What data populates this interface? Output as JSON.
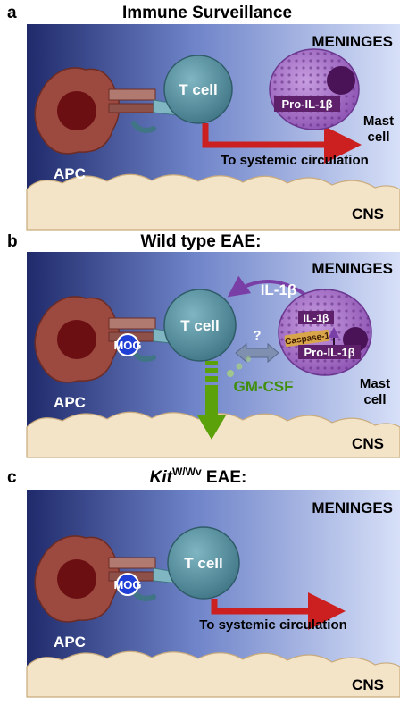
{
  "colors": {
    "panel_dark": "#1f2a6b",
    "panel_light": "#cfd9f7",
    "apc": "#9c4a40",
    "apc_nucleus": "#6b0f12",
    "tcell": "#4f8b9a",
    "mast": "#9a5fbf",
    "mast_nucleus": "#4a1358",
    "arrow_red": "#cc1f1f",
    "gm_csf": "#5aa10a",
    "brain": "#f3e3c7"
  },
  "panels": [
    {
      "letter": "a",
      "title": "Immune Surveillance",
      "region": "MENINGES",
      "tcell": "T cell",
      "apc": "APC",
      "mast_label_1": "Mast",
      "mast_label_2": "cell",
      "pro_il": "Pro-IL-1β",
      "circulation": "To systemic circulation",
      "cns": "CNS"
    },
    {
      "letter": "b",
      "title": "Wild type EAE:",
      "region": "MENINGES",
      "tcell": "T cell",
      "apc": "APC",
      "mog": "MOG",
      "il1b_top": "IL-1β",
      "question": "?",
      "il1b_inner": "IL-1β",
      "caspase": "Caspase-1",
      "pro_il": "Pro-IL-1β",
      "mast_label_1": "Mast",
      "mast_label_2": "cell",
      "gm_csf": "GM-CSF",
      "cns": "CNS"
    },
    {
      "letter": "c",
      "title_italic": "Kit",
      "title_sup": "W/Wv",
      "title_rest": " EAE:",
      "region": "MENINGES",
      "tcell": "T cell",
      "apc": "APC",
      "mog": "MOG",
      "circulation": "To systemic circulation",
      "cns": "CNS"
    }
  ]
}
